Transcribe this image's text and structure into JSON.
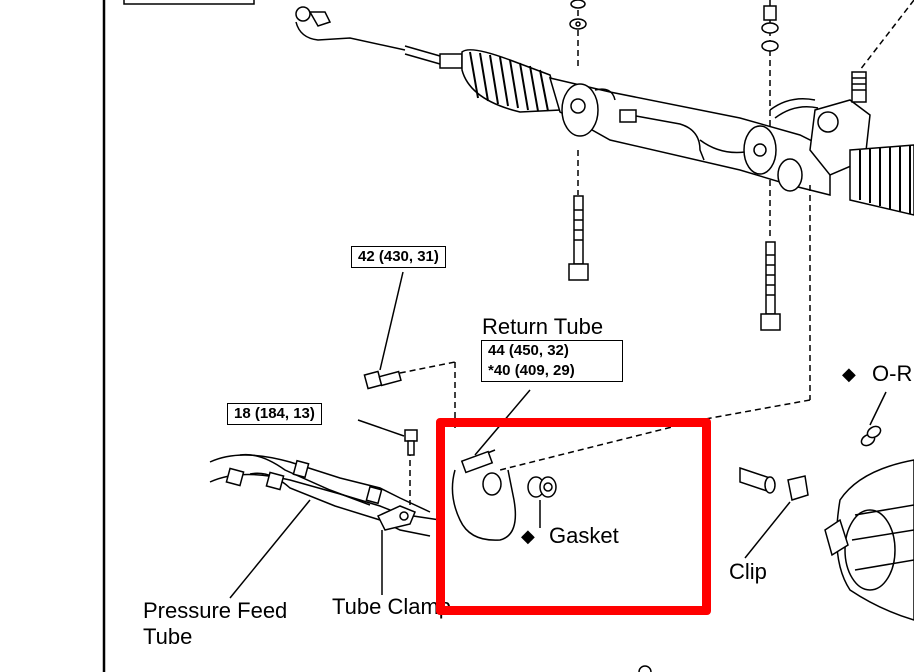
{
  "torque_specs": {
    "bolt_upper": "42 (430, 31)",
    "bolt_left": "18 (184, 13)",
    "return_tube_line1": "44 (450, 32)",
    "return_tube_line2": "*40 (409, 29)"
  },
  "labels": {
    "return_tube": "Return Tube",
    "gasket": "Gasket",
    "clip": "Clip",
    "pressure_feed_line1": "Pressure Feed",
    "pressure_feed_line2": "Tube",
    "tube_clamp": "Tube Clamp",
    "o_ring_partial": "O-R"
  },
  "symbols": {
    "new_part": "◆"
  },
  "highlight": {
    "color": "#ff0000",
    "target": "Gasket"
  }
}
